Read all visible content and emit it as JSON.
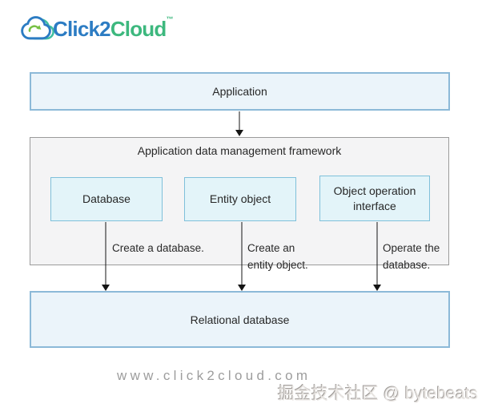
{
  "logo": {
    "name_part1": "Click2",
    "name_part2": "Cloud",
    "trademark": "™",
    "colors": {
      "blue": "#2c7cc3",
      "green": "#3db87e",
      "arrow_green": "#76c043",
      "teal": "#3fbfa1"
    }
  },
  "diagram": {
    "application": {
      "label": "Application"
    },
    "framework": {
      "title": "Application data management framework"
    },
    "components": [
      {
        "label": "Database",
        "action": "Create a database."
      },
      {
        "label": "Entity object",
        "action": "Create an entity object."
      },
      {
        "label": "Object operation interface",
        "action": "Operate the database."
      }
    ],
    "relational": {
      "label": "Relational database"
    },
    "colors": {
      "outer_box_fill": "#ebf4fa",
      "outer_box_border": "#8cb9d8",
      "inner_box_fill": "#e3f4f9",
      "inner_box_border": "#7fc0da",
      "framework_fill": "#f4f4f5",
      "framework_border": "#9b9b9b",
      "arrow": "#151515"
    }
  },
  "footer": {
    "website": "www.click2cloud.com",
    "watermark": "掘金技术社区 @ bytebeats"
  }
}
